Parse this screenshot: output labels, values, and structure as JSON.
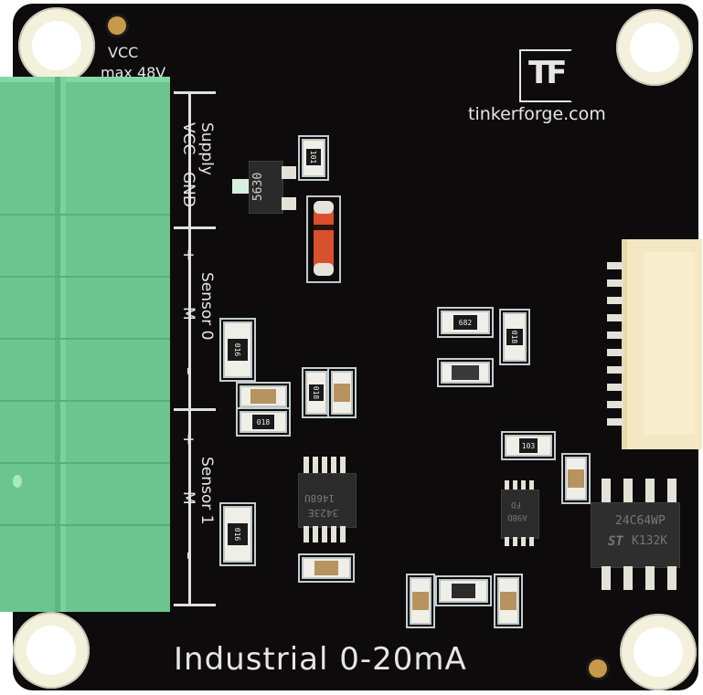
{
  "board": {
    "brand_logo": "TF",
    "brand_url": "tinkerforge.com",
    "product_name": "Industrial 0-20mA",
    "color": "#0d0b0c",
    "silkscreen_color": "#e6e6e6",
    "terminal_color": "#6cc58f",
    "connector_color": "#f4e8c3"
  },
  "labels": {
    "vcc_top": "VCC",
    "vcc_max": "max 48V",
    "supply": "Supply",
    "supply_vcc": "VCC",
    "supply_gnd": "GND",
    "sensor0": "Sensor 0",
    "sensor1": "Sensor 1",
    "plus": "+",
    "m": "M",
    "minus": "–"
  },
  "components": {
    "transistor_marking": "5630",
    "res_101": "101",
    "res_682": "682",
    "res_018_a": "018",
    "res_018_b": "018",
    "res_018_c": "018",
    "res_016_a": "016",
    "res_016_b": "016",
    "res_103": "103",
    "ic_adc_line1": "1468U",
    "ic_adc_line2": "3423E",
    "ic_small_line1": "FD",
    "ic_small_line2": "A9BD",
    "eeprom_line1": "24C64WP",
    "eeprom_line2": "K132K",
    "eeprom_logo": "ST"
  }
}
